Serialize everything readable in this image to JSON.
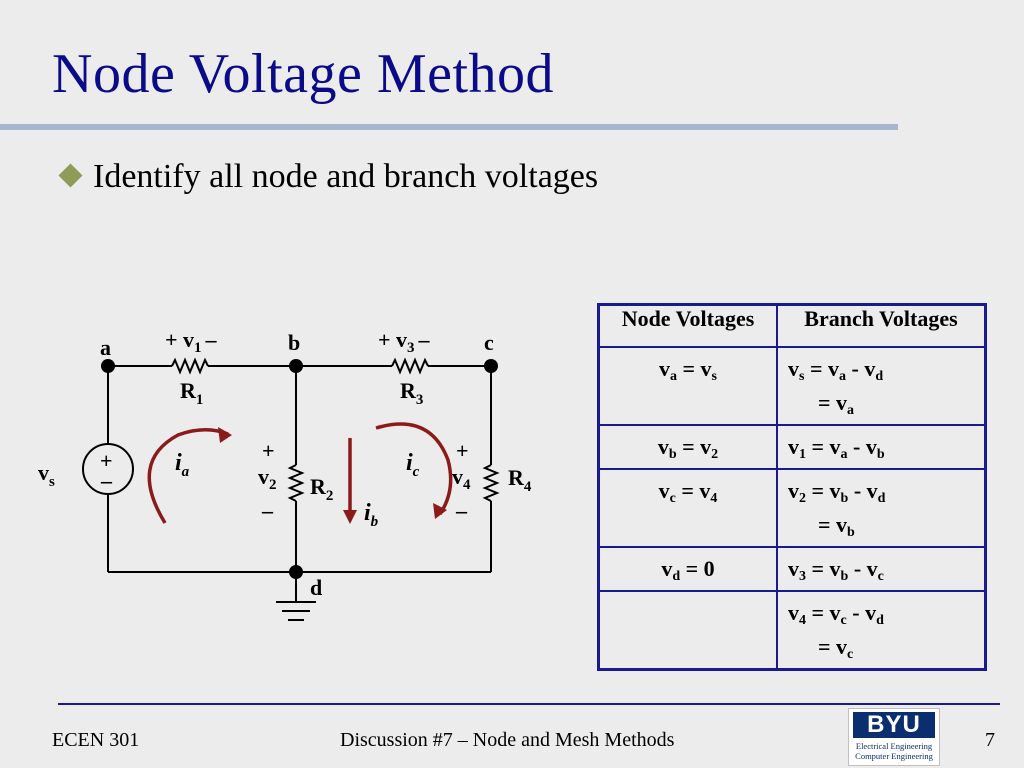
{
  "slide": {
    "title": "Node Voltage Method",
    "bullet": "Identify all node and branch voltages",
    "page": "7"
  },
  "footer": {
    "course": "ECEN 301",
    "center": "Discussion #7 – Node and Mesh Methods",
    "logo_main": "BYU",
    "logo_line1": "Electrical Engineering",
    "logo_line2": "Computer Engineering"
  },
  "circuit": {
    "node_a": "a",
    "node_b": "b",
    "node_c": "c",
    "node_d": "d",
    "source_label": "v",
    "source_sub": "s",
    "plus": "+",
    "minus": "–",
    "r1": "R",
    "r1_sub": "1",
    "r2": "R",
    "r2_sub": "2",
    "r3": "R",
    "r3_sub": "3",
    "r4": "R",
    "r4_sub": "4",
    "v1_label": "+ v",
    "v1_sub": "1",
    "v1_minus": "–",
    "v3_label": "+ v",
    "v3_sub": "3",
    "v3_minus": "–",
    "v2": "v",
    "v2_sub": "2",
    "v4": "v",
    "v4_sub": "4",
    "ia": "i",
    "ia_sub": "a",
    "ib": "i",
    "ib_sub": "b",
    "ic": "i",
    "ic_sub": "c"
  },
  "table": {
    "headers": [
      "Node Voltages",
      "Branch Voltages"
    ]
  }
}
